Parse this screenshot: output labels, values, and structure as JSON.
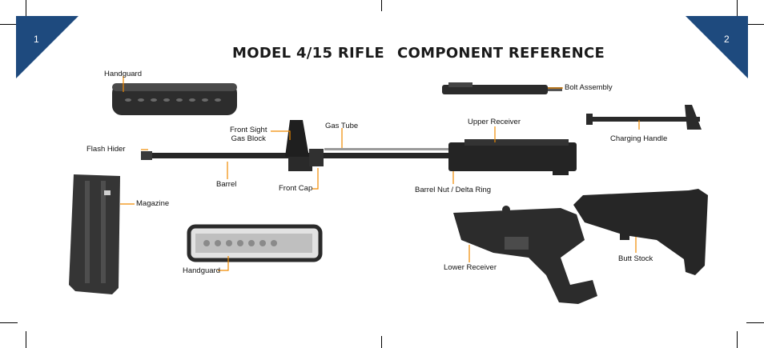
{
  "page": {
    "left_page_number": "1",
    "right_page_number": "2",
    "title_left": "MODEL 4/15 RIFLE",
    "title_right": "COMPONENT REFERENCE"
  },
  "colors": {
    "corner_tab": "#1e4a7e",
    "leader_line": "#f08a00",
    "part_dark": "#2a2a2a"
  },
  "labels": {
    "handguard_top": "Handguard",
    "flash_hider": "Flash Hider",
    "barrel": "Barrel",
    "front_sight_line1": "Front Sight",
    "front_sight_line2": "Gas Block",
    "gas_tube": "Gas Tube",
    "front_cap": "Front Cap",
    "magazine": "Magazine",
    "handguard_bottom": "Handguard",
    "bolt_assembly": "Bolt Assembly",
    "upper_receiver": "Upper Receiver",
    "charging_handle": "Charging Handle",
    "barrel_nut": "Barrel Nut / Delta Ring",
    "lower_receiver": "Lower Receiver",
    "butt_stock": "Butt Stock"
  }
}
